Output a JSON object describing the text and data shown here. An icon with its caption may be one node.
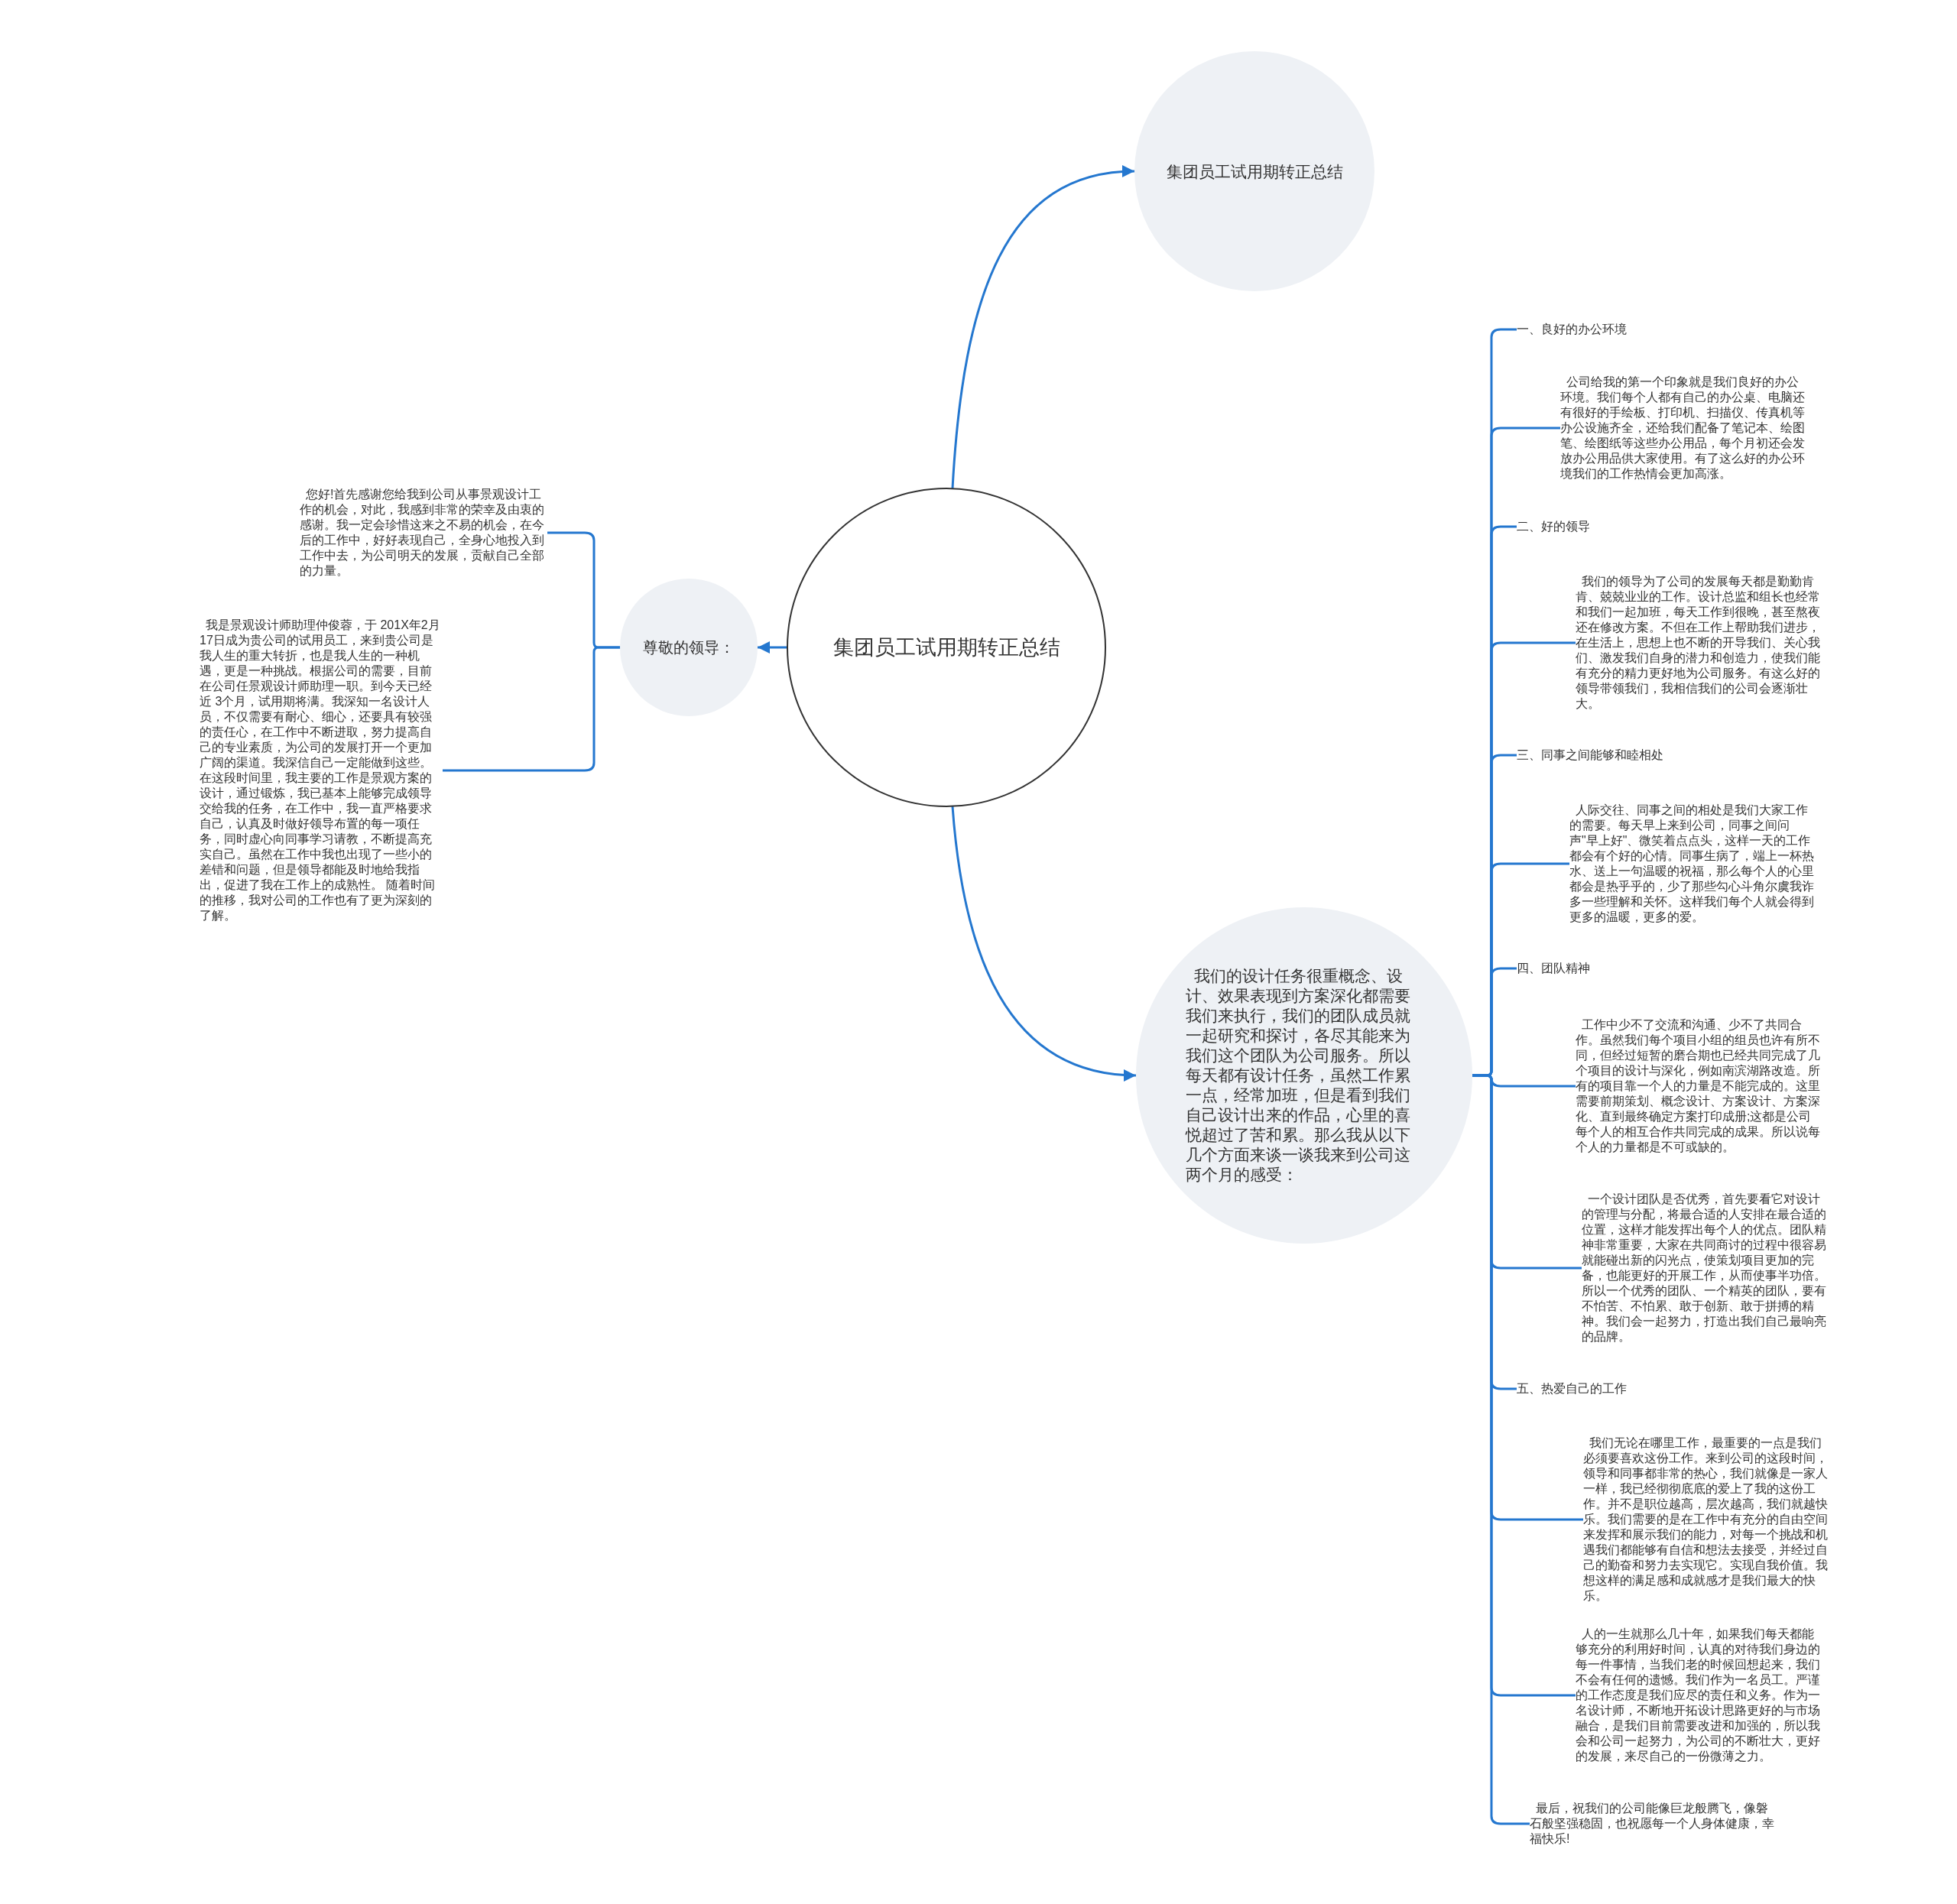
{
  "diagram": {
    "nodes": [
      {
        "text": [
          "集团员工试用期转正总结"
        ]
      },
      {
        "text": [
          "集团员工试用期转正总结"
        ]
      },
      {
        "text": [
          "尊敬的领导："
        ]
      },
      {
        "text": [
          "您好!首先感谢您给我到公司从事景观设计工作的机会，对此，我感到非常的荣幸及由衷的感谢。我一定会珍惜这来之不易的机会，在今后的工作中，好好表现自己，全身心地投入到工作中去，为公司明天的发展，贡献自己全部的力量。"
        ]
      },
      {
        "text": [
          "我是景观设计师助理仲俊蓉，于 201X年2月17日成为贵公司的试用员工，来到贵公司是我人生的重大转折，也是我人生的一种机遇，更是一种挑战。根据公司的需要，目前在公司任景观设计师助理一职。到今天已经近 3个月，试用期将满。我深知一名设计人员，不仅需要有耐心、细心，还要具有较强的责任心，在工作中不断进取，努力提高自己的专业素质，为公司的发展打开一个更加广阔的渠道。我深信自己一定能做到这些。在这段时间里，我主要的工作是景观方案的设计，通过锻炼，我已基本上能够完成领导交给我的任务，在工作中，我一直严格要求自己，认真及时做好领导布置的每一项任务，同时虚心向同事学习请教，不断提高充实自己。虽然在工作中我也出现了一些小的差错和问题，但是领导都能及时地给我指出，促进了我在工作上的成熟性。 随着时间的推移，我对公司的工作也有了更为深刻的了解。"
        ]
      },
      {
        "text": [
          "我们的设计任务很重概念、设计、效果表现到方案深化都需要我们来执行，我们的团队成员就一起研究和探讨，各尽其能来为我们这个团队为公司服务。所以每天都有设计任务，虽然工作累一点，经常加班，但是看到我们自己设计出来的作品，心里的喜悦超过了苦和累。那么我从以下几个方面来谈一谈我来到公司这两个月的感受："
        ]
      },
      {
        "text": [
          "一、良好的办公环境"
        ]
      },
      {
        "text": [
          "公司给我的第一个印象就是我们良好的办公环境。我们每个人都有自己的办公桌、电脑还有很好的手绘板、打印机、扫描仪、传真机等办公设施齐全，还给我们配备了笔记本、绘图笔、绘图纸等这些办公用品，每个月初还会发放办公用品供大家使用。有了这么好的办公环境我们的工作热情会更加高涨。"
        ]
      },
      {
        "text": [
          "二、好的领导"
        ]
      },
      {
        "text": [
          "我们的领导为了公司的发展每天都是勤勤肯肯、兢兢业业的工作。设计总监和组长也经常和我们一起加班，每天工作到很晚，甚至熬夜还在修改方案。不但在工作上帮助我们进步，在生活上，思想上也不断的开导我们、关心我们、激发我们自身的潜力和创造力，使我们能有充分的精力更好地为公司服务。有这么好的领导带领我们，我相信我们的公司会逐渐壮大。"
        ]
      },
      {
        "text": [
          "三、同事之间能够和睦相处"
        ]
      },
      {
        "text": [
          "人际交往、同事之间的相处是我们大家工作的需要。每天早上来到公司，同事之间问声\"早上好\"、微笑着点点头，这样一天的工作都会有个好的心情。同事生病了，端上一杯热水、送上一句温暖的祝福，那么每个人的心里都会是热乎乎的，少了那些勾心斗角尔虞我诈多一些理解和关怀。这样我们每个人就会得到更多的温暖，更多的爱。"
        ]
      },
      {
        "text": [
          "四、团队精神"
        ]
      },
      {
        "text": [
          "工作中少不了交流和沟通、少不了共同合作。虽然我们每个项目小组的组员也许有所不同，但经过短暂的磨合期也已经共同完成了几个项目的设计与深化，例如南滨湖路改造。所有的项目靠一个人的力量是不能完成的。这里需要前期策划、概念设计、方案设计、方案深化、直到最终确定方案打印成册;这都是公司每个人的相互合作共同完成的成果。所以说每个人的力量都是不可或缺的。"
        ]
      },
      {
        "text": [
          "一个设计团队是否优秀，首先要看它对设计的管理与分配，将最合适的人安排在最合适的位置，这样才能发挥出每个人的优点。团队精神非常重要，大家在共同商讨的过程中很容易就能碰出新的闪光点，使策划项目更加的完备，也能更好的开展工作，从而使事半功倍。所以一个优秀的团队、一个精英的团队，要有不怕苦、不怕累、敢于创新、敢于拼搏的精神。我们会一起努力，打造出我们自己最响亮的品牌。"
        ]
      },
      {
        "text": [
          "五、热爱自己的工作"
        ]
      },
      {
        "text": [
          "我们无论在哪里工作，最重要的一点是我们必须要喜欢这份工作。来到公司的这段时间，领导和同事都非常的热心，我们就像是一家人一样，我已经彻彻底底的爱上了我的这份工作。并不是职位越高，层次越高，我们就越快乐。我们需要的是在工作中有充分的自由空间来发挥和展示我们的能力，对每一个挑战和机遇我们都能够有自信和想法去接受，并经过自己的勤奋和努力去实现它。实现自我价值。我想这样的满足感和成就感才是我们最大的快乐。"
        ]
      },
      {
        "text": [
          "人的一生就那么几十年，如果我们每天都能够充分的利用好时间，认真的对待我们身边的每一件事情，当我们老的时候回想起来，我们不会有任何的遗憾。我们作为一名员工。严谨的工作态度是我们应尽的责任和义务。作为一名设计师，不断地开拓设计思路更好的与市场融合，是我们目前需要改进和加强的，所以我会和公司一起努力，为公司的不断壮大，更好的发展，来尽自己的一份微薄之力。"
        ]
      },
      {
        "text": [
          "最后，祝我们的公司能像巨龙般腾飞，像磐石般坚强稳固，也祝愿每一个人身体健康，幸福快乐!"
        ]
      }
    ],
    "edges": [
      {
        "from": 0,
        "to": 1,
        "arrow": "to"
      },
      {
        "from": 0,
        "to": 5,
        "arrow": "to"
      },
      {
        "from": 0,
        "to": 2,
        "arrow": "to"
      },
      {
        "from": 2,
        "to": 3,
        "arrow": "none"
      },
      {
        "from": 2,
        "to": 4,
        "arrow": "none"
      },
      {
        "from": 5,
        "to": 6,
        "arrow": "none"
      },
      {
        "from": 5,
        "to": 7,
        "arrow": "none"
      },
      {
        "from": 5,
        "to": 8,
        "arrow": "none"
      },
      {
        "from": 5,
        "to": 9,
        "arrow": "none"
      },
      {
        "from": 5,
        "to": 10,
        "arrow": "none"
      },
      {
        "from": 5,
        "to": 11,
        "arrow": "none"
      },
      {
        "from": 5,
        "to": 12,
        "arrow": "none"
      },
      {
        "from": 5,
        "to": 13,
        "arrow": "none"
      },
      {
        "from": 5,
        "to": 14,
        "arrow": "none"
      },
      {
        "from": 5,
        "to": 15,
        "arrow": "none"
      },
      {
        "from": 5,
        "to": 16,
        "arrow": "none"
      },
      {
        "from": 5,
        "to": 17,
        "arrow": "none"
      },
      {
        "from": 5,
        "to": 18,
        "arrow": "none"
      }
    ]
  }
}
